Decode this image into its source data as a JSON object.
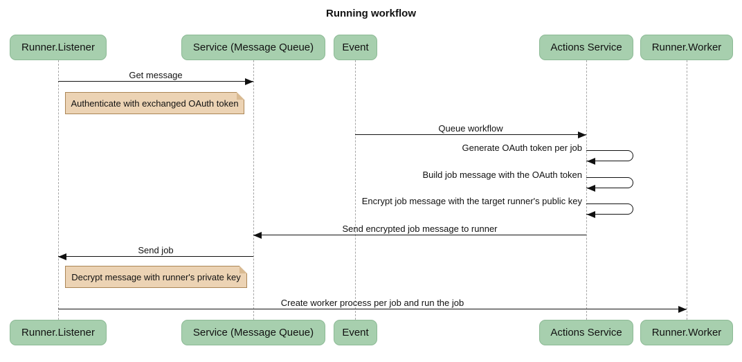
{
  "title": "Running workflow",
  "diagram_type": "sequence",
  "actors": [
    {
      "id": "runner-listener",
      "label": "Runner.Listener"
    },
    {
      "id": "service-message-queue",
      "label": "Service (Message Queue)"
    },
    {
      "id": "event",
      "label": "Event"
    },
    {
      "id": "actions-service",
      "label": "Actions Service"
    },
    {
      "id": "runner-worker",
      "label": "Runner.Worker"
    }
  ],
  "messages": [
    {
      "from": "Runner.Listener",
      "to": "Service (Message Queue)",
      "label": "Get message"
    },
    {
      "type": "note",
      "over": "Runner.Listener",
      "label": "Authenticate with exchanged OAuth token"
    },
    {
      "from": "Event",
      "to": "Actions Service",
      "label": "Queue workflow"
    },
    {
      "from": "Actions Service",
      "to": "Actions Service",
      "label": "Generate OAuth token per job"
    },
    {
      "from": "Actions Service",
      "to": "Actions Service",
      "label": "Build job message with the OAuth token"
    },
    {
      "from": "Actions Service",
      "to": "Actions Service",
      "label": "Encrypt job message with the target runner's public key"
    },
    {
      "from": "Actions Service",
      "to": "Service (Message Queue)",
      "label": "Send encrypted job message to runner"
    },
    {
      "from": "Service (Message Queue)",
      "to": "Runner.Listener",
      "label": "Send job"
    },
    {
      "type": "note",
      "over": "Runner.Listener",
      "label": "Decrypt message with runner's private key"
    },
    {
      "from": "Runner.Listener",
      "to": "Runner.Worker",
      "label": "Create worker process per job and run the job"
    }
  ],
  "colors": {
    "actor_fill": "#a7cfae",
    "actor_border": "#8bb994",
    "note_fill": "#ecd3b4",
    "note_border": "#aa8555",
    "note_fold": "#d9ba92",
    "line": "#111111",
    "lifeline": "#a6a6a6",
    "text": "#111111"
  }
}
